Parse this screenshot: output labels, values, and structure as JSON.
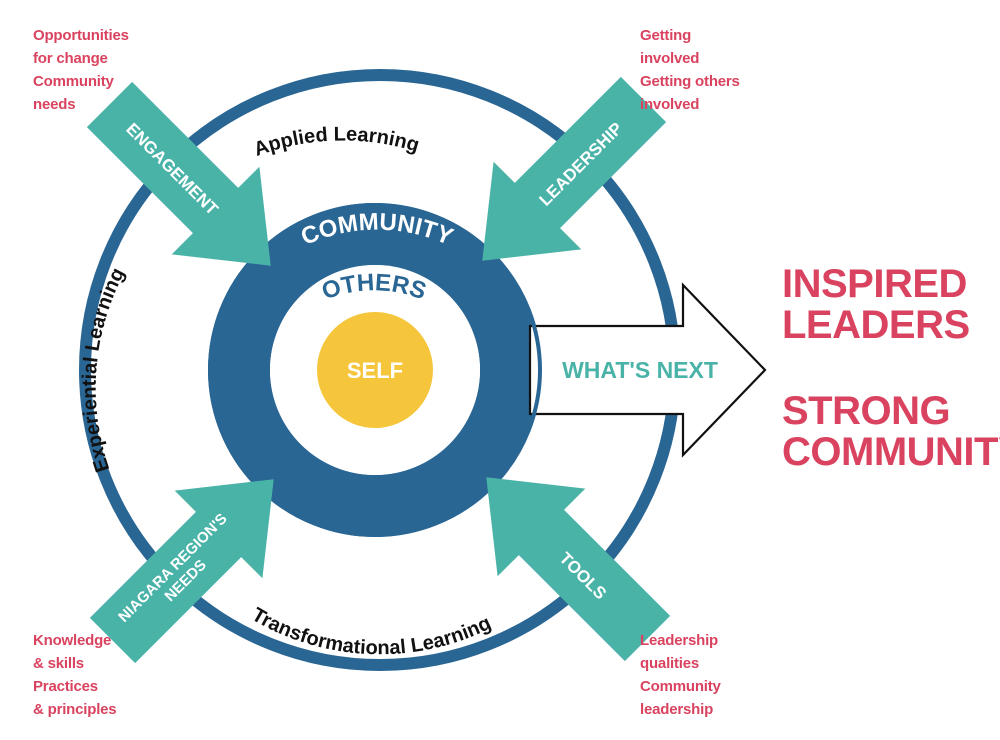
{
  "colors": {
    "ring_blue": "#2a6694",
    "teal": "#4ab3a8",
    "sun": "#f5c63b",
    "accent_red": "#d9435f",
    "black": "#111111"
  },
  "rings": {
    "outer_top": "Applied Learning",
    "outer_left": "Experiential Learning",
    "outer_bottom": "Transformational Learning",
    "community": "COMMUNITY",
    "others": "OTHERS",
    "self": "SELF"
  },
  "arrows": {
    "engagement": "ENGAGEMENT",
    "leadership": "LEADERSHIP",
    "niagara_line1": "NIAGARA REGION'S",
    "niagara_line2": "NEEDS",
    "tools": "TOOLS",
    "whats_next": "WHAT'S NEXT"
  },
  "notes": {
    "top_left": [
      "Opportunities",
      "for change",
      "Community",
      "needs"
    ],
    "top_right": [
      "Getting",
      "involved",
      "Getting others",
      "involved"
    ],
    "bottom_left": [
      "Knowledge",
      "& skills",
      "Practices",
      "& principles"
    ],
    "bottom_right": [
      "Leadership",
      "qualities",
      "Community",
      "leadership"
    ]
  },
  "outcomes": {
    "first_line1": "INSPIRED",
    "first_line2": "LEADERS",
    "second_line1": "STRONG",
    "second_line2": "COMMUNITY"
  },
  "icons": {
    "engagement": "arrow-inward-icon",
    "leadership": "arrow-inward-icon",
    "niagara": "arrow-inward-icon",
    "tools": "arrow-inward-icon",
    "whats_next": "arrow-right-icon"
  }
}
